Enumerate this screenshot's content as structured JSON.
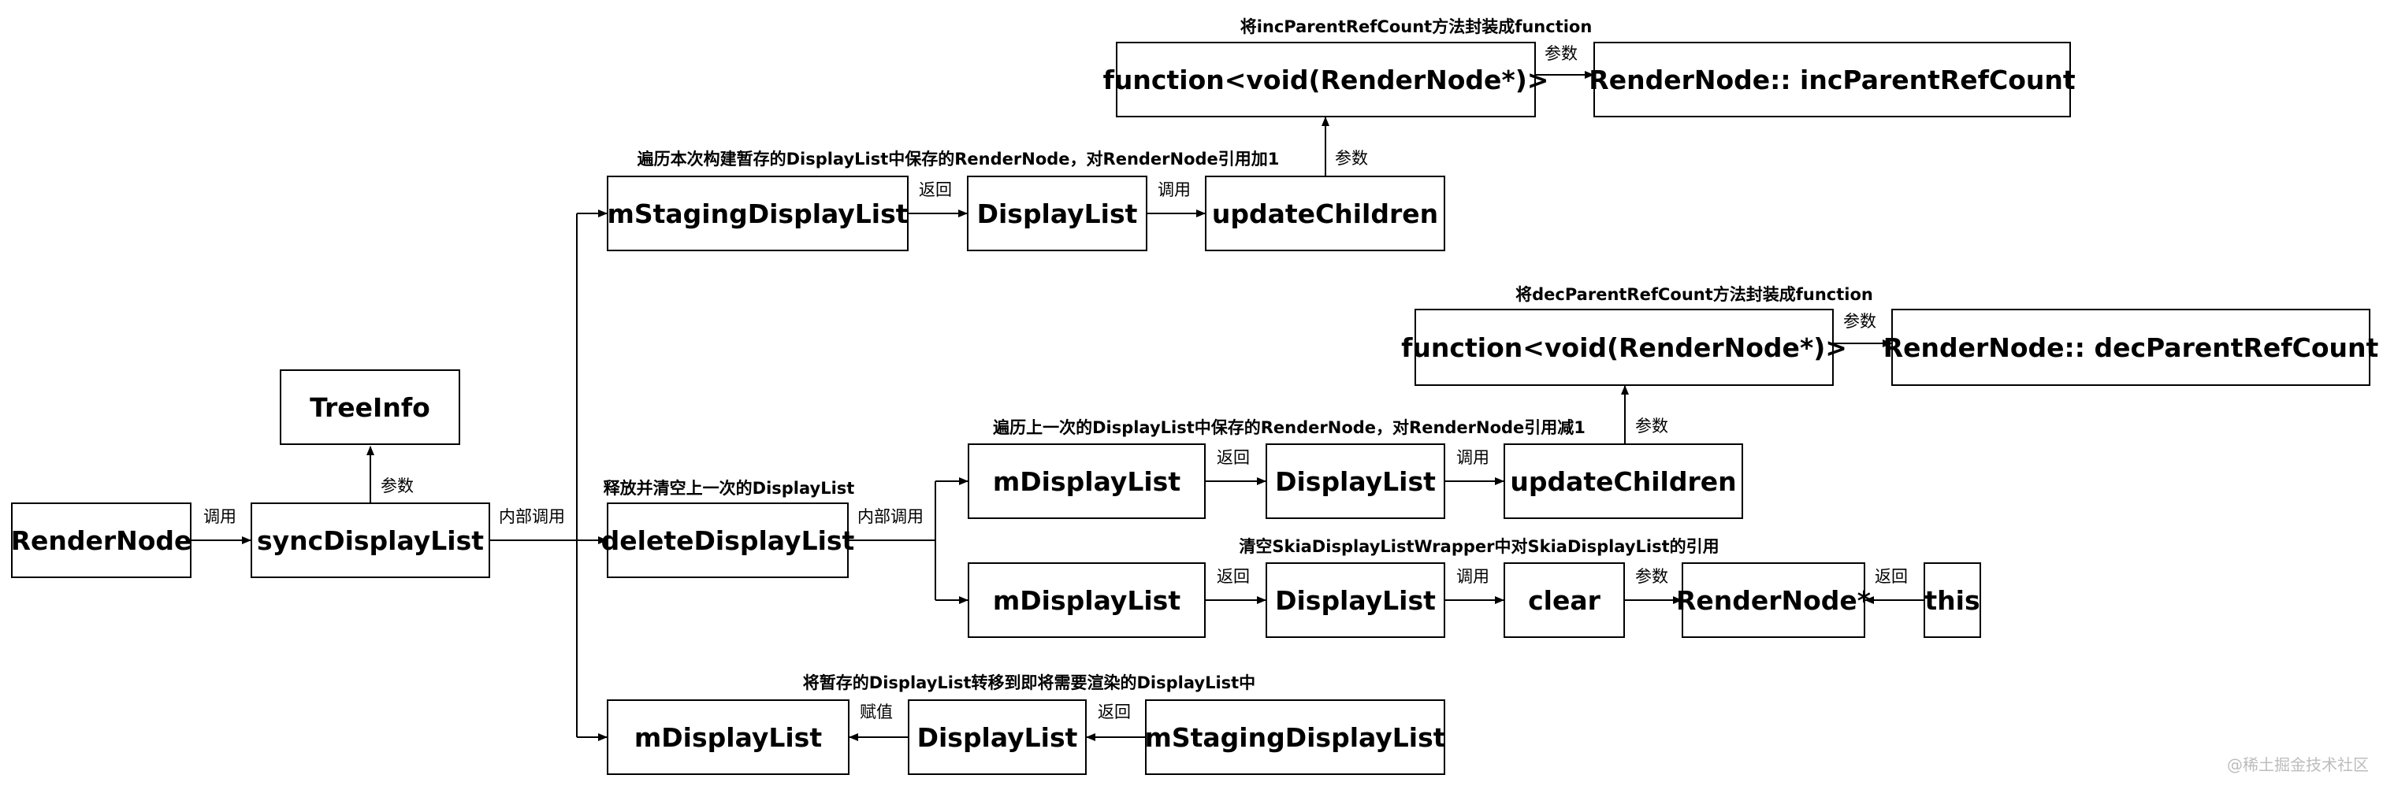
{
  "nodes": {
    "render_node": "RenderNode",
    "sync_display_list": "syncDisplayList",
    "tree_info": "TreeInfo",
    "staging_display_list_top": "mStagingDisplayList",
    "display_list_top": "DisplayList",
    "update_children_top": "updateChildren",
    "function_inc": "function<void(RenderNode*)>",
    "inc_parent_ref_count": "RenderNode:: incParentRefCount",
    "delete_display_list": "deleteDisplayList",
    "display_list_member_mid1": "mDisplayList",
    "display_list_mid1": "DisplayList",
    "update_children_mid": "updateChildren",
    "function_dec": "function<void(RenderNode*)>",
    "dec_parent_ref_count": "RenderNode:: decParentRefCount",
    "display_list_member_mid2": "mDisplayList",
    "display_list_mid2": "DisplayList",
    "clear": "clear",
    "render_node_ptr": "RenderNode*",
    "this": "this",
    "display_list_member_bottom": "mDisplayList",
    "display_list_bottom": "DisplayList",
    "staging_display_list_bottom": "mStagingDisplayList"
  },
  "edge_labels": {
    "call": "调用",
    "param": "参数",
    "internal_call": "内部调用",
    "return": "返回",
    "assign": "赋值"
  },
  "notes": {
    "inc_wrap": "将incParentRefCount方法封装成function",
    "traverse_staging": "遍历本次构建暂存的DisplayList中保存的RenderNode，对RenderNode引用加1",
    "dec_wrap": "将decParentRefCount方法封装成function",
    "release_clear": "释放并清空上一次的DisplayList",
    "traverse_previous": "遍历上一次的DisplayList中保存的RenderNode，对RenderNode引用减1",
    "clear_wrapper": "清空SkiaDisplayListWrapper中对SkiaDisplayList的引用",
    "transfer": "将暂存的DisplayList转移到即将需要渲染的DisplayList中"
  },
  "watermark": "@稀土掘金技术社区"
}
